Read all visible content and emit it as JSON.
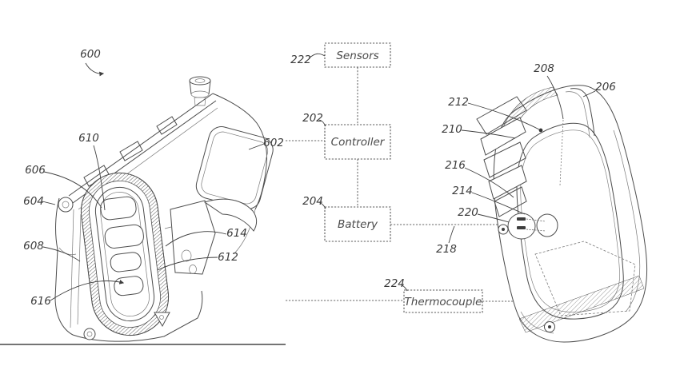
{
  "palette": {
    "ink": "#3f3f3f",
    "background": "#ffffff"
  },
  "block_diagram": {
    "sensors": {
      "ref": "222",
      "label": "Sensors"
    },
    "controller": {
      "ref": "202",
      "label": "Controller"
    },
    "battery": {
      "ref": "204",
      "label": "Battery"
    },
    "thermocouple": {
      "ref": "224",
      "label": "Thermocouple"
    },
    "battery_line": {
      "ref": "218"
    }
  },
  "left_view": {
    "refs": {
      "assembly": "600",
      "inner_bezel": "610",
      "lens": "602",
      "outer_trim": "606",
      "mount_boss": "604",
      "side_bracket": "608",
      "lamp_element": "616",
      "side_trim": "614",
      "rim_band": "612"
    }
  },
  "right_view": {
    "refs": {
      "housing": "208",
      "outer_rim": "206",
      "upper_bracket": "212",
      "step_flange": "210",
      "mid_flange": "216",
      "lower_flange": "214",
      "connector": "220"
    }
  }
}
